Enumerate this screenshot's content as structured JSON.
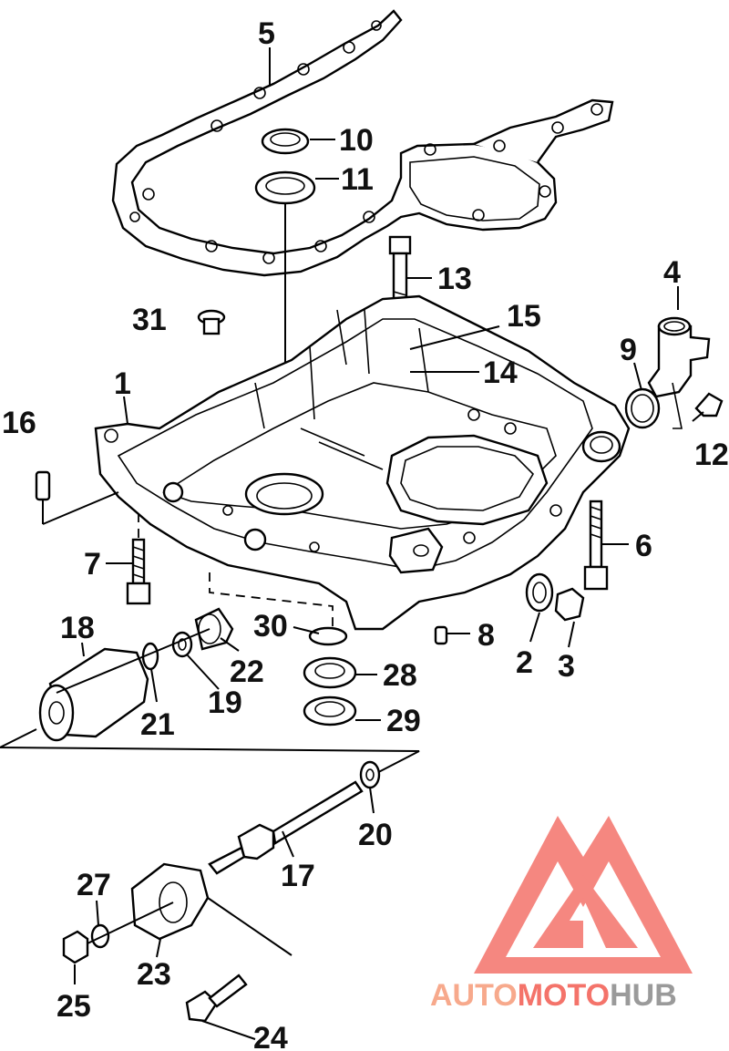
{
  "parts": [
    {
      "id": "1"
    },
    {
      "id": "2"
    },
    {
      "id": "3"
    },
    {
      "id": "4"
    },
    {
      "id": "5"
    },
    {
      "id": "6"
    },
    {
      "id": "7"
    },
    {
      "id": "8"
    },
    {
      "id": "9"
    },
    {
      "id": "10"
    },
    {
      "id": "11"
    },
    {
      "id": "12"
    },
    {
      "id": "13"
    },
    {
      "id": "14"
    },
    {
      "id": "15"
    },
    {
      "id": "16"
    },
    {
      "id": "17"
    },
    {
      "id": "18"
    },
    {
      "id": "19"
    },
    {
      "id": "20"
    },
    {
      "id": "21"
    },
    {
      "id": "22"
    },
    {
      "id": "23"
    },
    {
      "id": "24"
    },
    {
      "id": "25"
    },
    {
      "id": "27"
    },
    {
      "id": "28"
    },
    {
      "id": "29"
    },
    {
      "id": "30"
    },
    {
      "id": "31"
    }
  ],
  "watermark": {
    "part1": "AUTO",
    "part2": "MOTO",
    "part3": "HUB",
    "color_light": "#f7a98c",
    "color_main": "#f4736a",
    "color_dark": "#9a9a9a"
  }
}
